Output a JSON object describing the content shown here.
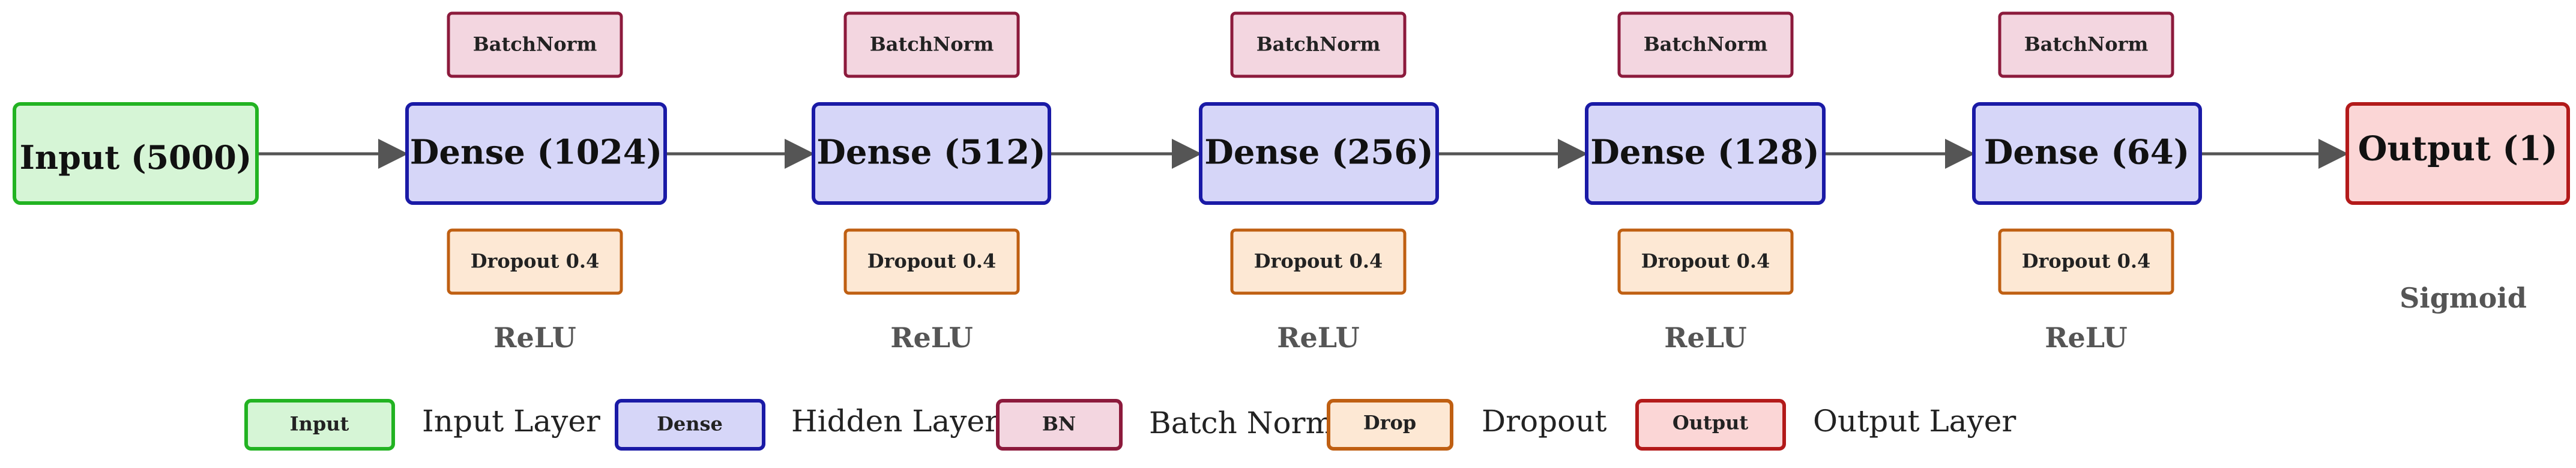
{
  "colors": {
    "input": {
      "fill": "#d6f5d6",
      "stroke": "#22b322"
    },
    "dense": {
      "fill": "#d6d6f8",
      "stroke": "#1a1aa6"
    },
    "bn": {
      "fill": "#f3d6e0",
      "stroke": "#8c1a3c"
    },
    "dropout": {
      "fill": "#fde8d4",
      "stroke": "#bf5f12"
    },
    "output": {
      "fill": "#fbd6d6",
      "stroke": "#b31a1a"
    },
    "arrow": "#555555",
    "activation_text": "#555555"
  },
  "nodes": {
    "input": {
      "label": "Input (5000)"
    },
    "dense": [
      {
        "label": "Dense (1024)",
        "batchnorm": "BatchNorm",
        "dropout": "Dropout 0.4",
        "activation": "ReLU"
      },
      {
        "label": "Dense (512)",
        "batchnorm": "BatchNorm",
        "dropout": "Dropout 0.4",
        "activation": "ReLU"
      },
      {
        "label": "Dense (256)",
        "batchnorm": "BatchNorm",
        "dropout": "Dropout 0.4",
        "activation": "ReLU"
      },
      {
        "label": "Dense (128)",
        "batchnorm": "BatchNorm",
        "dropout": "Dropout 0.4",
        "activation": "ReLU"
      },
      {
        "label": "Dense (64)",
        "batchnorm": "BatchNorm",
        "dropout": "Dropout 0.4",
        "activation": "ReLU"
      }
    ],
    "output": {
      "label": "Output (1)",
      "activation": "Sigmoid"
    }
  },
  "legend": [
    {
      "key": "input",
      "swatch": "Input",
      "label": "Input Layer"
    },
    {
      "key": "dense",
      "swatch": "Dense",
      "label": "Hidden Layer"
    },
    {
      "key": "bn",
      "swatch": "BN",
      "label": "Batch Norm"
    },
    {
      "key": "dropout",
      "swatch": "Drop",
      "label": "Dropout"
    },
    {
      "key": "output",
      "swatch": "Output",
      "label": "Output Layer"
    }
  ]
}
